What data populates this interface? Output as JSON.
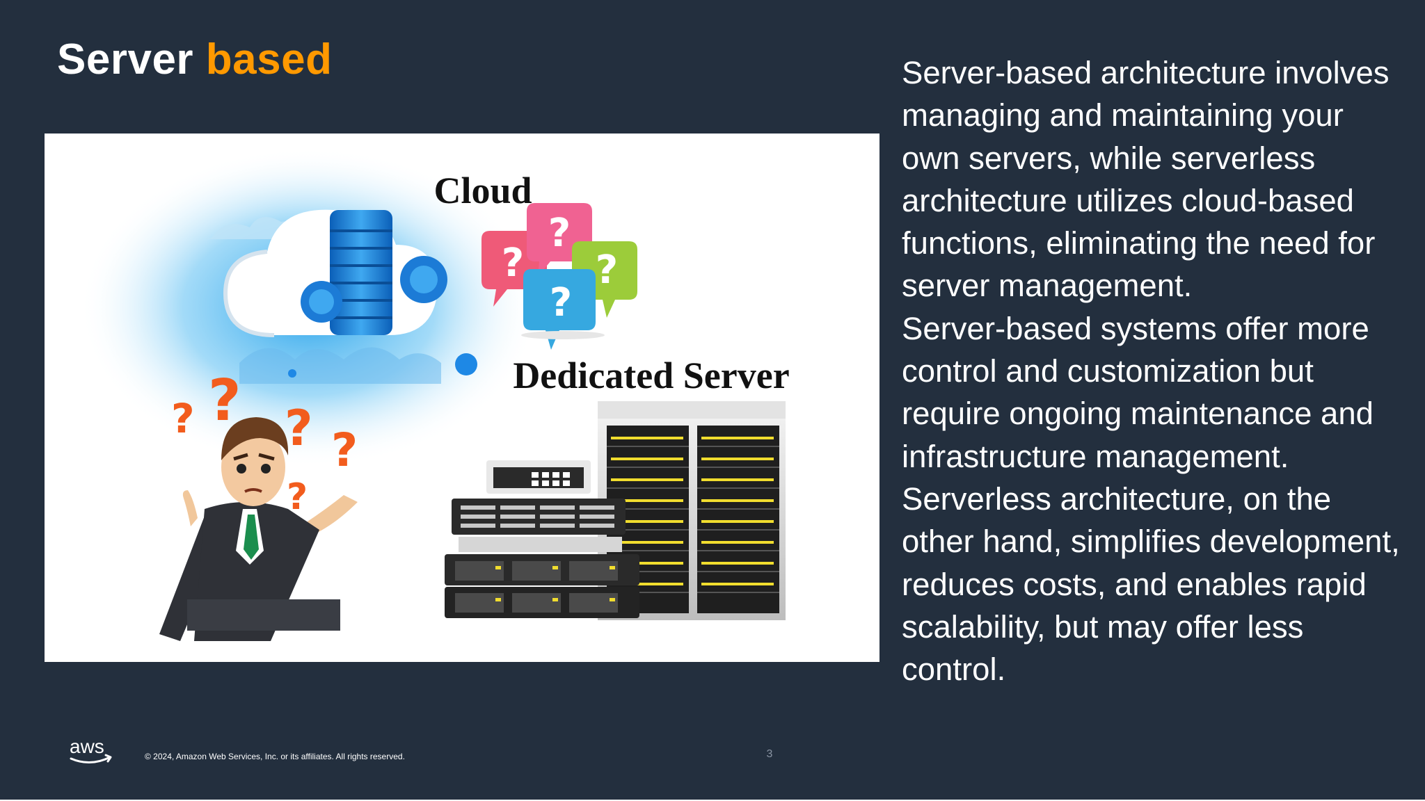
{
  "slide": {
    "title_main": "Server",
    "title_accent": "based",
    "illustration": {
      "label_cloud": "Cloud",
      "label_dedicated": "Dedicated Server",
      "question_mark": "?"
    },
    "paragraphs": [
      "Server-based architecture involves managing and maintaining your own servers, while serverless architecture utilizes cloud-based functions, eliminating the need for server management.",
      "Server-based systems offer more control and customization but require ongoing maintenance and infrastructure management.",
      "Serverless architecture, on the other hand, simplifies development, reduces costs, and enables rapid scalability, but may offer less control."
    ],
    "footer": {
      "logo_text": "aws",
      "copyright": "© 2024, Amazon Web Services, Inc. or its affiliates. All rights reserved.",
      "page_number": "3"
    }
  },
  "colors": {
    "background": "#232F3E",
    "accent": "#FF9900",
    "text": "#FFFFFF"
  }
}
